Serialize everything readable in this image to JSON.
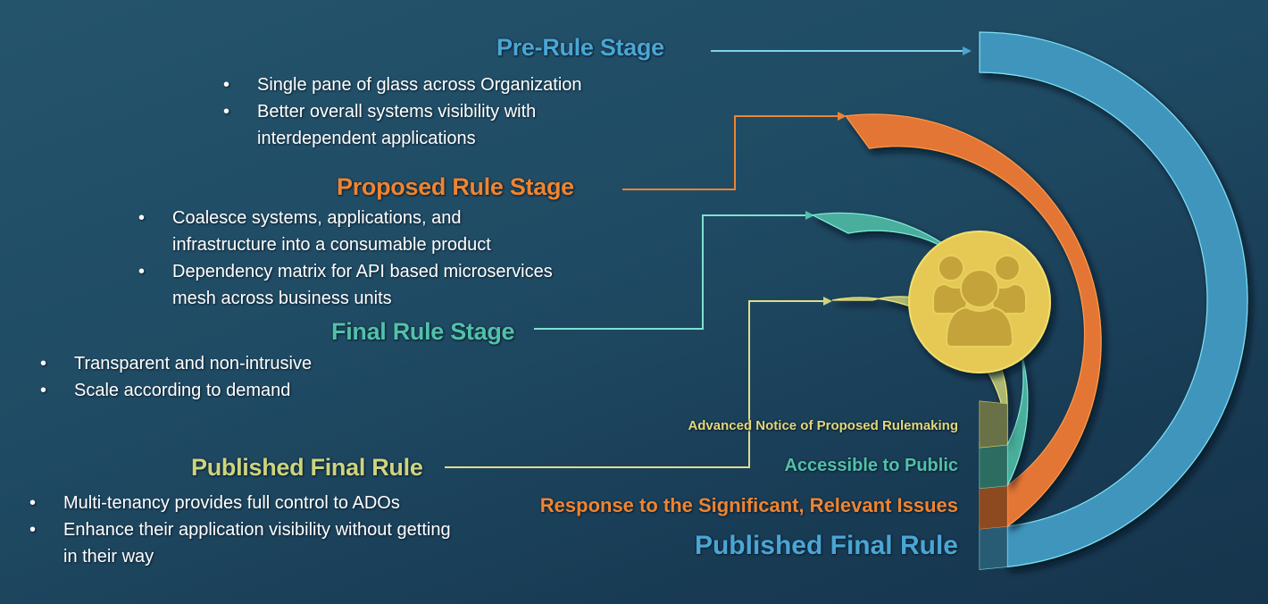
{
  "colors": {
    "blue": "#4195bc",
    "orange": "#e47634",
    "teal": "#4aae9b",
    "olive": "#aab872",
    "yellow": "#e6c954",
    "icon": "#c4a43a",
    "blue_text": "#4aa6d4",
    "orange_text": "#ef8430",
    "teal_text": "#52c1a9",
    "olive_text": "#cdd47e",
    "legend_olive_text": "#e2d77a"
  },
  "stages": [
    {
      "title": "Pre-Rule Stage",
      "color_key": "blue",
      "bullets": [
        "Single pane of glass across Organization",
        "Better overall systems visibility with interdependent applications"
      ]
    },
    {
      "title": "Proposed Rule Stage",
      "color_key": "orange",
      "bullets": [
        "Coalesce systems, applications, and infrastructure into a consumable product",
        "Dependency matrix for API based microservices mesh across business units"
      ]
    },
    {
      "title": "Final Rule Stage",
      "color_key": "teal",
      "bullets": [
        "Transparent and non-intrusive",
        "Scale according to demand"
      ]
    },
    {
      "title": "Published Final Rule",
      "color_key": "olive",
      "bullets": [
        "Multi-tenancy provides full control to ADOs",
        "Enhance their application visibility without getting in their way"
      ]
    }
  ],
  "legend": [
    {
      "label": "Advanced Notice of Proposed Rulemaking",
      "color_key": "olive"
    },
    {
      "label": "Accessible to Public",
      "color_key": "teal"
    },
    {
      "label": "Response to the Significant, Relevant Issues",
      "color_key": "orange"
    },
    {
      "label": "Published Final Rule",
      "color_key": "blue"
    }
  ],
  "center_icon": "people-group-icon"
}
